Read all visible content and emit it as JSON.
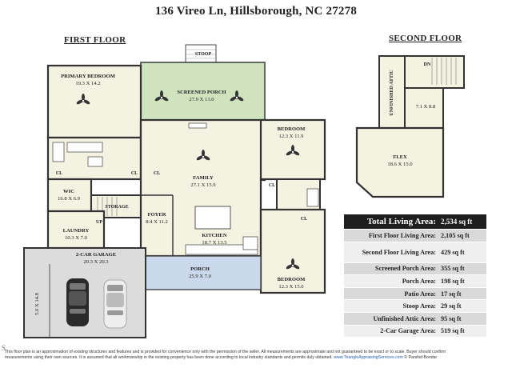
{
  "title": "136 Vireo Ln, Hillsborough, NC 27278",
  "first_floor_label": "FIRST FLOOR",
  "second_floor_label": "SECOND FLOOR",
  "rooms_first": {
    "stoop": {
      "name": "STOOP"
    },
    "primary_bedroom": {
      "name": "PRIMARY BEDROOM",
      "dim": "19.3 X 14.2"
    },
    "screened_porch": {
      "name": "SCREENED PORCH",
      "dim": "27.9 X 13.0"
    },
    "bedroom_top": {
      "name": "BEDROOM",
      "dim": "12.3 X 11.9"
    },
    "family": {
      "name": "FAMILY",
      "dim": "27.1 X 15.9"
    },
    "wic": {
      "name": "WIC",
      "dim": "16.8 X 6.9"
    },
    "storage": {
      "name": "STORAGE"
    },
    "foyer": {
      "name": "FOYER",
      "dim": "8.4 X 11.2"
    },
    "laundry": {
      "name": "LAUNDRY",
      "dim": "10.3 X 7.0"
    },
    "kitchen": {
      "name": "KITCHEN",
      "dim": "18.7 X 13.5"
    },
    "garage": {
      "name": "2-CAR GARAGE",
      "dim": "20.3 X 20.3"
    },
    "garage_side": {
      "dim": "5.0 X 14.8"
    },
    "porch": {
      "name": "PORCH",
      "dim": "25.9 X 7.0"
    },
    "bedroom_bottom": {
      "name": "BEDROOM",
      "dim": "12.3 X 15.0"
    },
    "cl": "CL",
    "up": "UP"
  },
  "rooms_second": {
    "unfinished_attic": {
      "name": "UNFINISHED ATTIC"
    },
    "dn": "DN",
    "landing": {
      "dim": "7.1 X 8.8"
    },
    "flex": {
      "name": "FLEX",
      "dim": "18.6 X 15.0"
    }
  },
  "area_table": {
    "header": {
      "label": "Total Living Area:",
      "value": "2,534 sq ft"
    },
    "rows": [
      {
        "label": "First Floor Living Area:",
        "value": "2,105 sq ft"
      },
      {
        "label": "Second Floor Living Area:",
        "value": "429 sq ft"
      },
      {
        "label": "Screened Porch Area:",
        "value": "355 sq ft"
      },
      {
        "label": "Porch Area:",
        "value": "198 sq ft"
      },
      {
        "label": "Patio Area:",
        "value": "17 sq ft"
      },
      {
        "label": "Stoop Area:",
        "value": "29 sq ft"
      },
      {
        "label": "Unfinished Attic Area:",
        "value": "95 sq ft"
      },
      {
        "label": "2-Car Garage Area:",
        "value": "519 sq ft"
      }
    ]
  },
  "footer": {
    "disclaimer_1": "This floor plan is an approximation of existing structures and features and is provided for convenience only with the permission of the seller.  All measurements are approximate and not guaranteed to be exact or to scale.  Buyer should confirm",
    "disclaimer_2": "measurements using their own sources.  It is assumed that all workmanship in the existing property has been done according to local industry standards and permits duly obtained.",
    "website": "www.TriangleAppraisingServices.com",
    "copyright": "© Parshid Bondar",
    "logo_letter": "S"
  },
  "colors": {
    "screened_porch": "#cfe3bf",
    "porch": "#c9d8ea",
    "garage": "#dcdcdc",
    "rooms": "#f4f2e1",
    "walls": "#333333",
    "table_header": "#1e1e1e"
  }
}
